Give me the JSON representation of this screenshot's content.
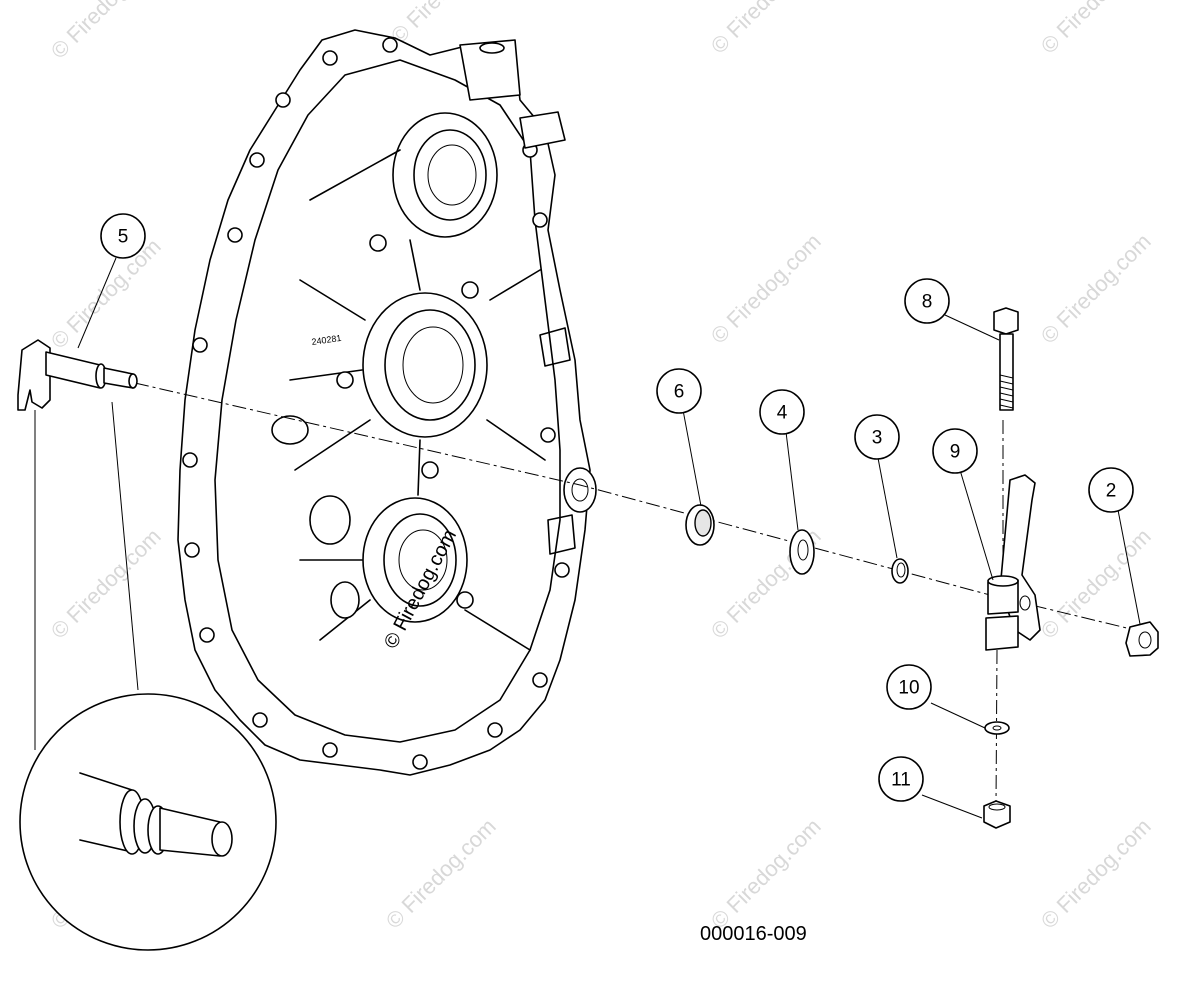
{
  "watermark": {
    "text": "© Firedog.com"
  },
  "drawing_number": "000016-009",
  "callouts": [
    {
      "id": "callout-5",
      "label": "5"
    },
    {
      "id": "callout-6",
      "label": "6"
    },
    {
      "id": "callout-4",
      "label": "4"
    },
    {
      "id": "callout-3",
      "label": "3"
    },
    {
      "id": "callout-9",
      "label": "9"
    },
    {
      "id": "callout-8",
      "label": "8"
    },
    {
      "id": "callout-2",
      "label": "2"
    },
    {
      "id": "callout-10",
      "label": "10"
    },
    {
      "id": "callout-11",
      "label": "11"
    }
  ],
  "housing_part_number": "240281"
}
